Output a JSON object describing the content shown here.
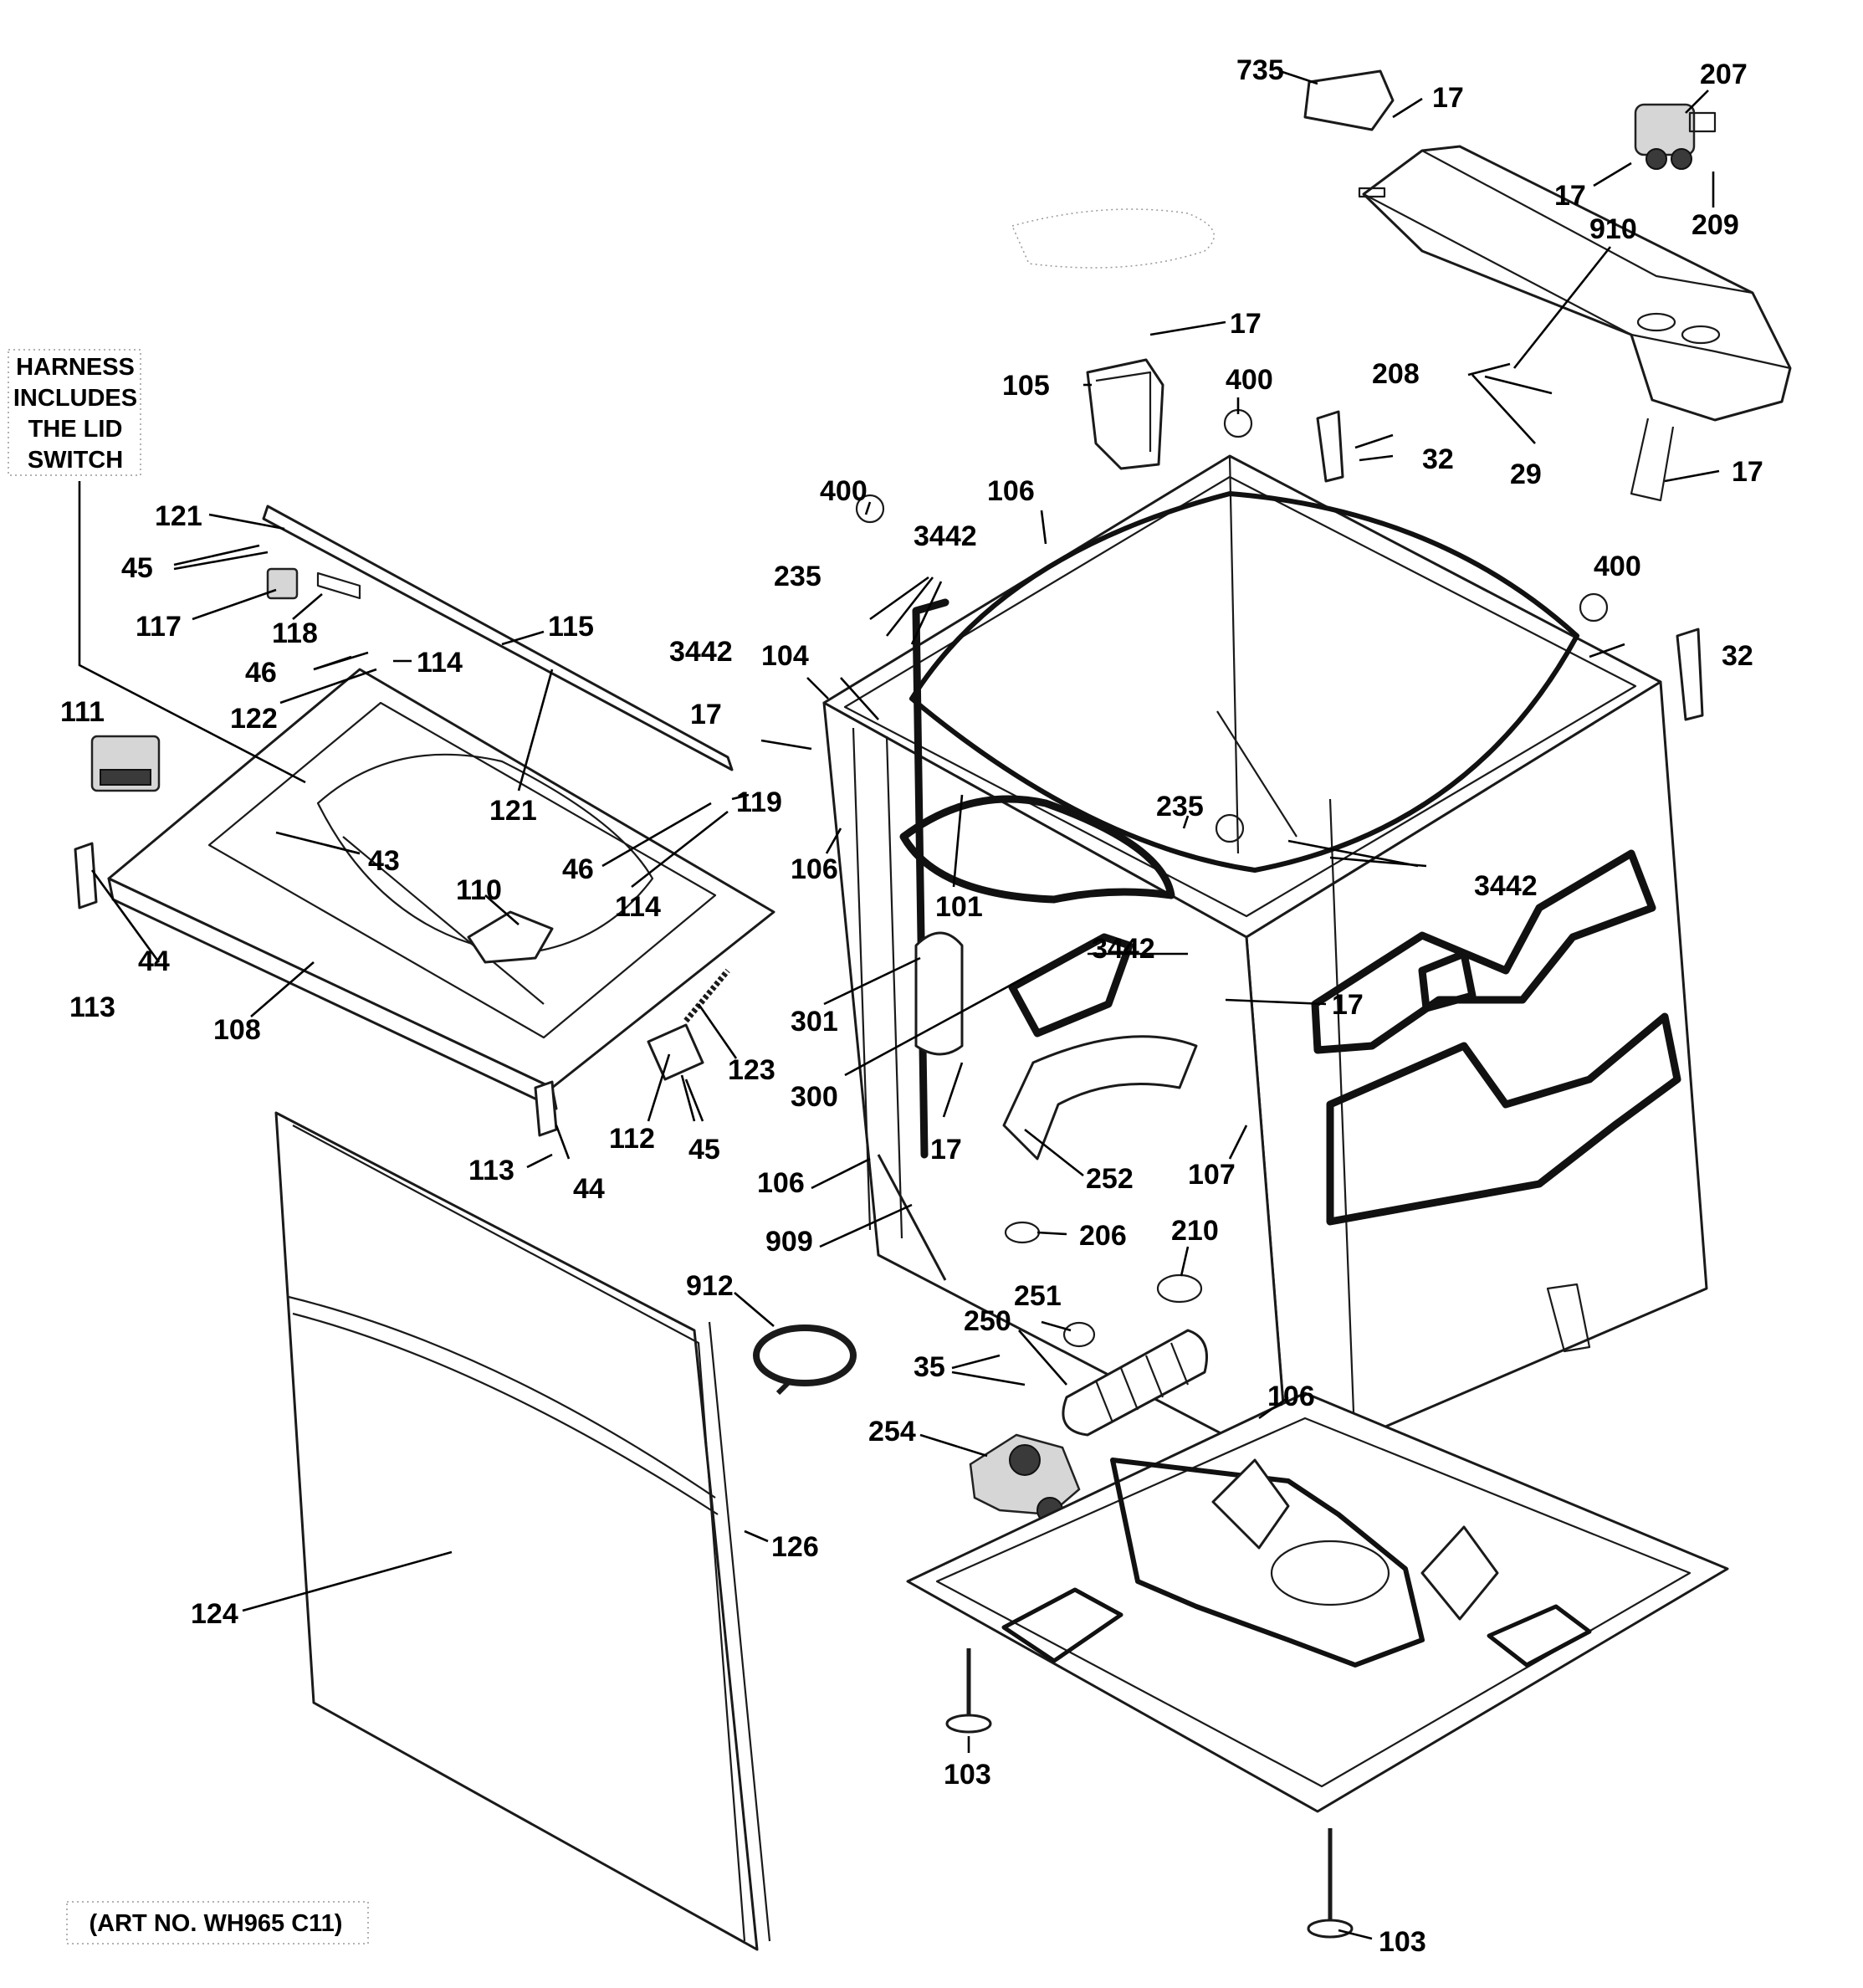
{
  "notes": {
    "harness": [
      "HARNESS",
      "INCLUDES",
      "THE LID",
      "SWITCH"
    ],
    "art_number": "(ART NO. WH965 C11)"
  },
  "labels": {
    "l735": "735",
    "l17a": "17",
    "l207": "207",
    "l17b": "17",
    "l209": "209",
    "l910": "910",
    "l17c": "17",
    "l105": "105",
    "l400a": "400",
    "l208": "208",
    "l32a": "32",
    "l29": "29",
    "l17d": "17",
    "l121a": "121",
    "l45a": "45",
    "l117": "117",
    "l118": "118",
    "l115": "115",
    "l46a": "46",
    "l114a": "114",
    "l122": "122",
    "l111": "111",
    "l121b": "121",
    "l43": "43",
    "l119": "119",
    "l46b": "46",
    "l114b": "114",
    "l110": "110",
    "l113a": "113",
    "l44a": "44",
    "l108": "108",
    "l123": "123",
    "l112": "112",
    "l45b": "45",
    "l113b": "113",
    "l44b": "44",
    "l400b": "400",
    "l106a": "106",
    "l3442a": "3442",
    "l235a": "235",
    "l3442b": "3442",
    "l104": "104",
    "l17e": "17",
    "l106b": "106",
    "l101": "101",
    "l400c": "400",
    "l32b": "32",
    "l235b": "235",
    "l3442c": "3442",
    "l3442d": "3442",
    "l17f": "17",
    "l301": "301",
    "l300": "300",
    "l17g": "17",
    "l252": "252",
    "l107": "107",
    "l106c": "106",
    "l909": "909",
    "l206": "206",
    "l210": "210",
    "l912": "912",
    "l251": "251",
    "l250": "250",
    "l35": "35",
    "l106d": "106",
    "l254": "254",
    "l126": "126",
    "l124": "124",
    "l103a": "103",
    "l103b": "103"
  }
}
